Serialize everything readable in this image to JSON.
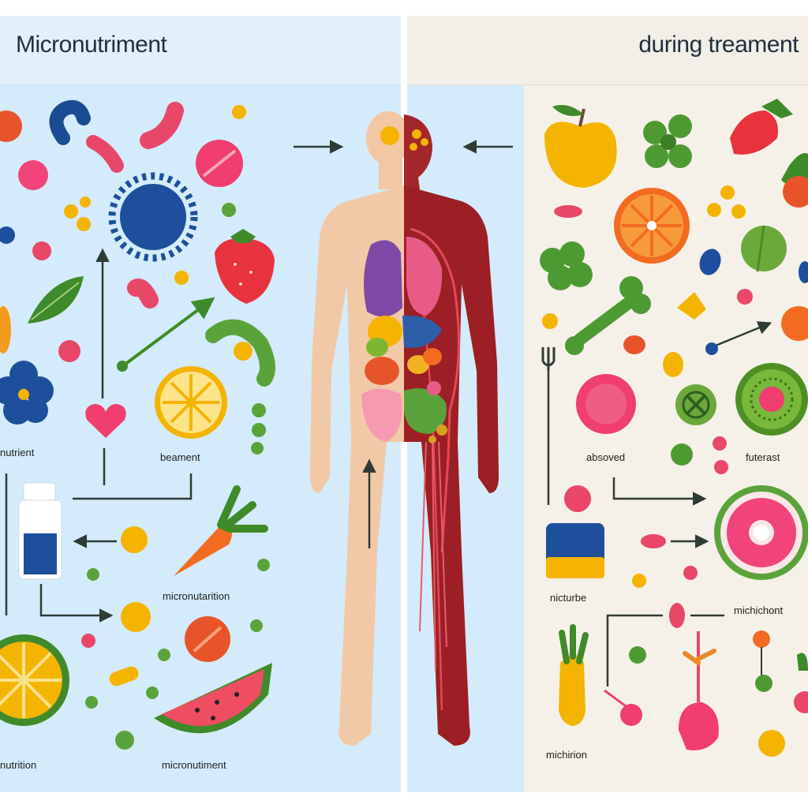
{
  "left_panel": {
    "title": "Micronutriment",
    "labels": {
      "nutrient": "nutrient",
      "beament": "beament",
      "micronutarition": "micronutarition",
      "nutrition": "nutrition",
      "micronutiment_bottom": "micronutiment"
    }
  },
  "right_panel": {
    "title": "during treament",
    "labels": {
      "absoved": "absoved",
      "futerast": "futerast",
      "nicturbe": "nicturbe",
      "michichont": "michichont",
      "michirion": "michirion"
    }
  },
  "colors": {
    "left_background": "#d4ebfb",
    "right_background": "#f5f1e8",
    "body_skin": "#f2c9a6",
    "body_red": "#9b1f24",
    "arrow": "#2f3b35"
  }
}
